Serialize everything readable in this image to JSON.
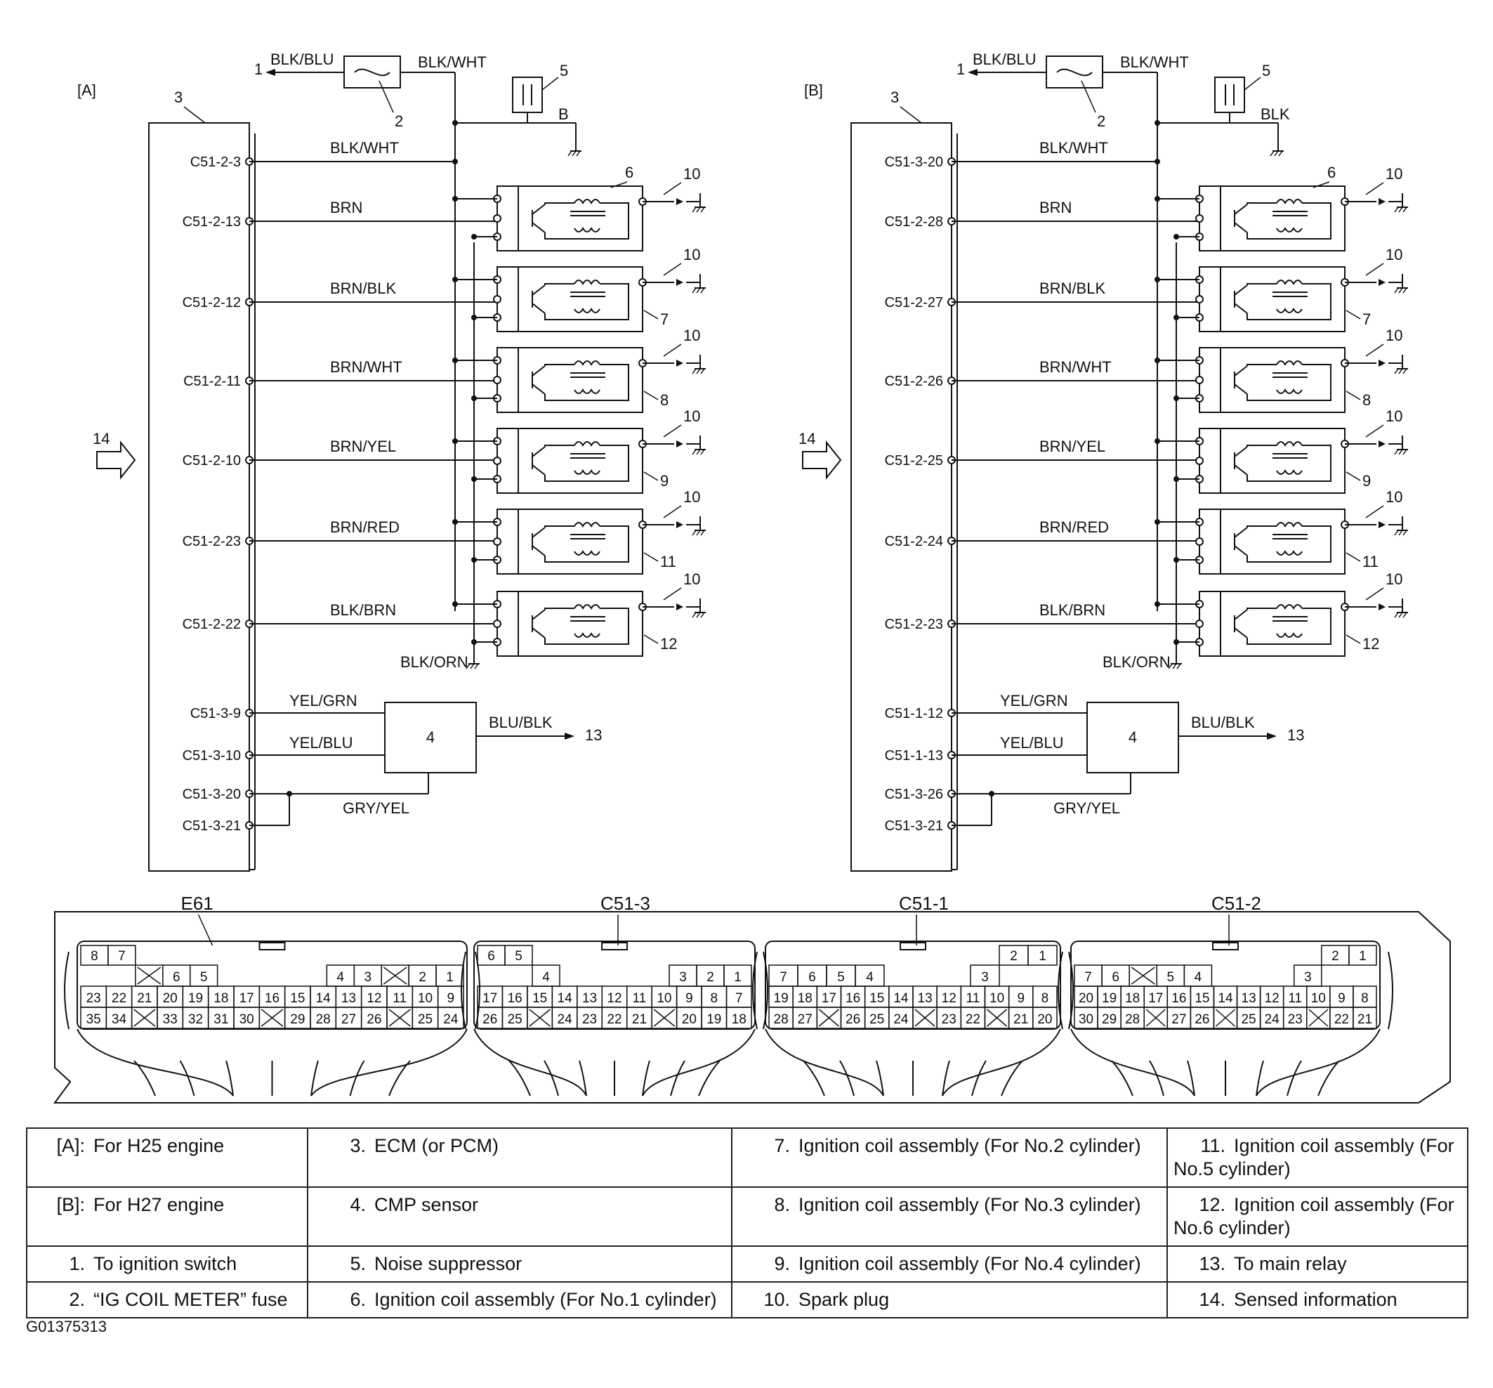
{
  "panels": [
    {
      "id": "A",
      "tag": "[A]",
      "ecm_callout": "3",
      "fuse_wire_in": "BLK/BLU",
      "fuse_wire_out": "BLK/WHT",
      "to_switch": "1",
      "fuse_callout": "2",
      "suppressor_callout": "5",
      "suppressor_wire": "B",
      "sensed_callout": "14",
      "ground_wire": "BLK/ORN",
      "pins": [
        {
          "pin": "C51-2-3",
          "wire": "BLK/WHT"
        },
        {
          "pin": "C51-2-13",
          "wire": "BRN",
          "coil": "6"
        },
        {
          "pin": "C51-2-12",
          "wire": "BRN/BLK",
          "coil": "7"
        },
        {
          "pin": "C51-2-11",
          "wire": "BRN/WHT",
          "coil": "8"
        },
        {
          "pin": "C51-2-10",
          "wire": "BRN/YEL",
          "coil": "9"
        },
        {
          "pin": "C51-2-23",
          "wire": "BRN/RED",
          "coil": "11"
        },
        {
          "pin": "C51-2-22",
          "wire": "BLK/BRN",
          "coil": "12"
        }
      ],
      "plug_callout": "10",
      "sensor": {
        "callout": "4",
        "pins": [
          "C51-3-9",
          "C51-3-10",
          "C51-3-20",
          "C51-3-21"
        ],
        "wires": [
          "YEL/GRN",
          "YEL/BLU",
          "GRY/YEL"
        ],
        "out_wire": "BLU/BLK",
        "out_callout": "13"
      }
    },
    {
      "id": "B",
      "tag": "[B]",
      "ecm_callout": "3",
      "fuse_wire_in": "BLK/BLU",
      "fuse_wire_out": "BLK/WHT",
      "to_switch": "1",
      "fuse_callout": "2",
      "suppressor_callout": "5",
      "suppressor_wire": "BLK",
      "sensed_callout": "14",
      "ground_wire": "BLK/ORN",
      "pins": [
        {
          "pin": "C51-3-20",
          "wire": "BLK/WHT"
        },
        {
          "pin": "C51-2-28",
          "wire": "BRN",
          "coil": "6"
        },
        {
          "pin": "C51-2-27",
          "wire": "BRN/BLK",
          "coil": "7"
        },
        {
          "pin": "C51-2-26",
          "wire": "BRN/WHT",
          "coil": "8"
        },
        {
          "pin": "C51-2-25",
          "wire": "BRN/YEL",
          "coil": "9"
        },
        {
          "pin": "C51-2-24",
          "wire": "BRN/RED",
          "coil": "11"
        },
        {
          "pin": "C51-2-23",
          "wire": "BLK/BRN",
          "coil": "12"
        }
      ],
      "plug_callout": "10",
      "sensor": {
        "callout": "4",
        "pins": [
          "C51-1-12",
          "C51-1-13",
          "C51-3-26",
          "C51-3-21"
        ],
        "wires": [
          "YEL/GRN",
          "YEL/BLU",
          "GRY/YEL"
        ],
        "out_wire": "BLU/BLK",
        "out_callout": "13"
      }
    }
  ],
  "connectors": [
    {
      "name": "E61",
      "rows": [
        [
          "8",
          "7",
          "",
          "",
          "",
          "",
          "",
          "",
          "",
          "",
          "",
          "",
          "",
          ""
        ],
        [
          "",
          "",
          "X",
          "6",
          "5",
          "",
          "",
          "",
          "",
          "4",
          "3",
          "X",
          "2",
          "1"
        ],
        [
          "23",
          "22",
          "21",
          "20",
          "19",
          "18",
          "17",
          "16",
          "15",
          "14",
          "13",
          "12",
          "11",
          "10",
          "9"
        ],
        [
          "35",
          "34",
          "X",
          "33",
          "32",
          "31",
          "30",
          "X",
          "29",
          "28",
          "27",
          "26",
          "X",
          "25",
          "24"
        ]
      ]
    },
    {
      "name": "C51-3",
      "rows": [
        [
          "6",
          "5",
          "",
          "",
          "",
          "",
          "",
          "",
          "",
          ""
        ],
        [
          "",
          "",
          "4",
          "",
          "",
          "",
          "",
          "3",
          "2",
          "1"
        ],
        [
          "17",
          "16",
          "15",
          "14",
          "13",
          "12",
          "11",
          "10",
          "9",
          "8",
          "7"
        ],
        [
          "26",
          "25",
          "X",
          "24",
          "23",
          "22",
          "21",
          "X",
          "20",
          "19",
          "18"
        ]
      ]
    },
    {
      "name": "C51-1",
      "rows": [
        [
          "",
          "",
          "",
          "",
          "",
          "",
          "",
          "",
          "2",
          "1"
        ],
        [
          "7",
          "6",
          "5",
          "4",
          "",
          "",
          "",
          "3",
          "",
          ""
        ],
        [
          "19",
          "18",
          "17",
          "16",
          "15",
          "14",
          "13",
          "12",
          "11",
          "10",
          "9",
          "8"
        ],
        [
          "28",
          "27",
          "X",
          "26",
          "25",
          "24",
          "X",
          "23",
          "22",
          "X",
          "21",
          "20"
        ]
      ]
    },
    {
      "name": "C51-2",
      "rows": [
        [
          "",
          "",
          "",
          "",
          "",
          "",
          "",
          "",
          "",
          "2",
          "1"
        ],
        [
          "7",
          "6",
          "X",
          "5",
          "4",
          "",
          "",
          "",
          "3",
          "",
          ""
        ],
        [
          "20",
          "19",
          "18",
          "17",
          "16",
          "15",
          "14",
          "13",
          "12",
          "11",
          "10",
          "9",
          "8"
        ],
        [
          "30",
          "29",
          "28",
          "X",
          "27",
          "26",
          "X",
          "25",
          "24",
          "23",
          "X",
          "22",
          "21"
        ]
      ]
    }
  ],
  "legend": [
    [
      {
        "key": "[A]:",
        "text": "For H25 engine"
      },
      {
        "key": "3.",
        "text": "ECM (or PCM)"
      },
      {
        "key": "7.",
        "text": "Ignition coil assembly (For No.2 cylinder)"
      },
      {
        "key": "11.",
        "text": "Ignition coil assembly (For No.5 cylinder)"
      }
    ],
    [
      {
        "key": "[B]:",
        "text": "For H27 engine"
      },
      {
        "key": "4.",
        "text": "CMP sensor"
      },
      {
        "key": "8.",
        "text": "Ignition coil assembly (For No.3 cylinder)"
      },
      {
        "key": "12.",
        "text": "Ignition coil assembly (For No.6 cylinder)"
      }
    ],
    [
      {
        "key": "1.",
        "text": "To ignition switch"
      },
      {
        "key": "5.",
        "text": "Noise suppressor"
      },
      {
        "key": "9.",
        "text": "Ignition coil assembly (For No.4 cylinder)"
      },
      {
        "key": "13.",
        "text": "To main relay"
      }
    ],
    [
      {
        "key": "2.",
        "text": "“IG COIL METER” fuse"
      },
      {
        "key": "6.",
        "text": "Ignition coil assembly (For No.1 cylinder)"
      },
      {
        "key": "10.",
        "text": "Spark plug"
      },
      {
        "key": "14.",
        "text": "Sensed information"
      }
    ]
  ],
  "figure_code": "G01375313"
}
